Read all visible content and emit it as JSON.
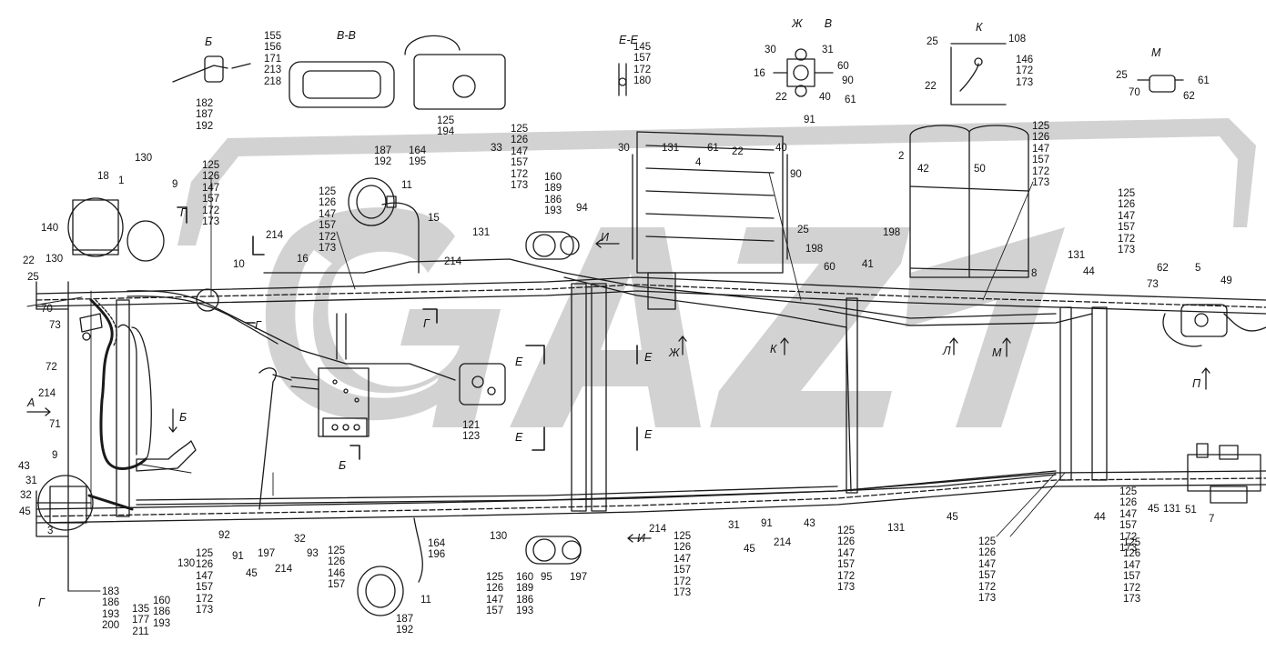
{
  "diagram": {
    "section_labels": {
      "b_title": "Б",
      "vv_title": "В-В",
      "ee_title": "Е-Е",
      "zh_v_title": "Ж       В",
      "k_title": "К",
      "m_title": "М",
      "a": "А",
      "b_arrow": "Б",
      "b_cut": "Б",
      "g_top": "Г",
      "g_mid": "Г",
      "g_mid2": "Г",
      "g_bottom": "Г",
      "e1": "Е",
      "e2": "Е",
      "e3": "Е",
      "e4": "Е",
      "zh": "Ж",
      "k": "К",
      "l": "Л",
      "m": "М",
      "p": "П",
      "i_top": "И",
      "i_bottom": "И"
    },
    "callouts": [
      {
        "id": "c1",
        "text": "155\n156\n171\n213\n218"
      },
      {
        "id": "c2",
        "text": "182\n187\n192"
      },
      {
        "id": "c3",
        "text": "125\n194"
      },
      {
        "id": "c4",
        "text": "145\n157\n172\n180"
      },
      {
        "id": "c5",
        "text": "30"
      },
      {
        "id": "c6",
        "text": "31"
      },
      {
        "id": "c7",
        "text": "60"
      },
      {
        "id": "c8",
        "text": "16"
      },
      {
        "id": "c9",
        "text": "90"
      },
      {
        "id": "c10",
        "text": "22"
      },
      {
        "id": "c11",
        "text": "40"
      },
      {
        "id": "c12",
        "text": "61"
      },
      {
        "id": "c13",
        "text": "91"
      },
      {
        "id": "c14",
        "text": "25"
      },
      {
        "id": "c15",
        "text": "108"
      },
      {
        "id": "c16",
        "text": "146\n172\n173"
      },
      {
        "id": "c17",
        "text": "22"
      },
      {
        "id": "c18",
        "text": "25"
      },
      {
        "id": "c19",
        "text": "61"
      },
      {
        "id": "c20",
        "text": "70"
      },
      {
        "id": "c21",
        "text": "62"
      },
      {
        "id": "c22",
        "text": "18"
      },
      {
        "id": "c23",
        "text": "1"
      },
      {
        "id": "c24",
        "text": "130"
      },
      {
        "id": "c25",
        "text": "9"
      },
      {
        "id": "c26",
        "text": "125\n126\n147\n157\n172\n173"
      },
      {
        "id": "c27",
        "text": "125\n126\n147\n157\n172\n173"
      },
      {
        "id": "c28",
        "text": "187\n192"
      },
      {
        "id": "c29",
        "text": "164\n195"
      },
      {
        "id": "c30",
        "text": "11"
      },
      {
        "id": "c31",
        "text": "15"
      },
      {
        "id": "c32",
        "text": "33"
      },
      {
        "id": "c33",
        "text": "125\n126\n147\n157\n172\n173"
      },
      {
        "id": "c34",
        "text": "160\n189\n186\n193"
      },
      {
        "id": "c35",
        "text": "94"
      },
      {
        "id": "c36",
        "text": "30"
      },
      {
        "id": "c37",
        "text": "131"
      },
      {
        "id": "c38",
        "text": "4"
      },
      {
        "id": "c39",
        "text": "61"
      },
      {
        "id": "c40",
        "text": "22"
      },
      {
        "id": "c41",
        "text": "40"
      },
      {
        "id": "c42",
        "text": "90"
      },
      {
        "id": "c43",
        "text": "2"
      },
      {
        "id": "c44",
        "text": "42"
      },
      {
        "id": "c45",
        "text": "50"
      },
      {
        "id": "c46",
        "text": "125\n126\n147\n157\n172\n173"
      },
      {
        "id": "c47",
        "text": "125\n126\n147\n157\n172\n173"
      },
      {
        "id": "c48",
        "text": "140"
      },
      {
        "id": "c49",
        "text": "22"
      },
      {
        "id": "c50",
        "text": "25"
      },
      {
        "id": "c51",
        "text": "130"
      },
      {
        "id": "c52",
        "text": "214"
      },
      {
        "id": "c53",
        "text": "10"
      },
      {
        "id": "c54",
        "text": "16"
      },
      {
        "id": "c55",
        "text": "214"
      },
      {
        "id": "c56",
        "text": "131"
      },
      {
        "id": "c57",
        "text": "25"
      },
      {
        "id": "c58",
        "text": "198"
      },
      {
        "id": "c59",
        "text": "60"
      },
      {
        "id": "c60",
        "text": "198"
      },
      {
        "id": "c61",
        "text": "41"
      },
      {
        "id": "c62",
        "text": "131"
      },
      {
        "id": "c63",
        "text": "44"
      },
      {
        "id": "c64",
        "text": "8"
      },
      {
        "id": "c65",
        "text": "62"
      },
      {
        "id": "c66",
        "text": "5"
      },
      {
        "id": "c67",
        "text": "49"
      },
      {
        "id": "c68",
        "text": "73"
      },
      {
        "id": "c69",
        "text": "70"
      },
      {
        "id": "c70",
        "text": "73"
      },
      {
        "id": "c71",
        "text": "72"
      },
      {
        "id": "c72",
        "text": "214"
      },
      {
        "id": "c73",
        "text": "71"
      },
      {
        "id": "c74",
        "text": "121\n123"
      },
      {
        "id": "c75",
        "text": "9"
      },
      {
        "id": "c76",
        "text": "43"
      },
      {
        "id": "c77",
        "text": "31"
      },
      {
        "id": "c78",
        "text": "32"
      },
      {
        "id": "c79",
        "text": "45"
      },
      {
        "id": "c80",
        "text": "3"
      },
      {
        "id": "c81",
        "text": "92"
      },
      {
        "id": "c82",
        "text": "91"
      },
      {
        "id": "c83",
        "text": "197"
      },
      {
        "id": "c84",
        "text": "32"
      },
      {
        "id": "c85",
        "text": "93"
      },
      {
        "id": "c86",
        "text": "125\n126\n147\n157\n172\n173"
      },
      {
        "id": "c87",
        "text": "45"
      },
      {
        "id": "c88",
        "text": "214"
      },
      {
        "id": "c89",
        "text": "125\n126\n146\n157"
      },
      {
        "id": "c90",
        "text": "164\n196"
      },
      {
        "id": "c91",
        "text": "11"
      },
      {
        "id": "c92",
        "text": "187\n192"
      },
      {
        "id": "c93",
        "text": "130"
      },
      {
        "id": "c94",
        "text": "183\n186\n193\n200"
      },
      {
        "id": "c95",
        "text": "135\n177\n211"
      },
      {
        "id": "c96",
        "text": "160\n186\n193"
      },
      {
        "id": "c97",
        "text": "130"
      },
      {
        "id": "c98",
        "text": "125\n126\n147\n157"
      },
      {
        "id": "c99",
        "text": "160\n189\n186\n193"
      },
      {
        "id": "c100",
        "text": "95"
      },
      {
        "id": "c101",
        "text": "197"
      },
      {
        "id": "c102",
        "text": "214"
      },
      {
        "id": "c103",
        "text": "125\n126\n147\n157\n172\n173"
      },
      {
        "id": "c104",
        "text": "31"
      },
      {
        "id": "c105",
        "text": "45"
      },
      {
        "id": "c106",
        "text": "91"
      },
      {
        "id": "c107",
        "text": "214"
      },
      {
        "id": "c108",
        "text": "43"
      },
      {
        "id": "c109",
        "text": "125\n126\n147\n157\n172\n173"
      },
      {
        "id": "c110",
        "text": "131"
      },
      {
        "id": "c111",
        "text": "45"
      },
      {
        "id": "c112",
        "text": "125\n126\n147\n157\n172\n173"
      },
      {
        "id": "c113",
        "text": "44"
      },
      {
        "id": "c114",
        "text": "125\n126\n147\n157\n172\n173"
      },
      {
        "id": "c115",
        "text": "45"
      },
      {
        "id": "c116",
        "text": "131"
      },
      {
        "id": "c117",
        "text": "51"
      },
      {
        "id": "c118",
        "text": "7"
      },
      {
        "id": "c119",
        "text": "125\n126\n147\n157\n172\n173"
      }
    ],
    "colors": {
      "line": "#1a1a1a",
      "watermark": "#d2d2d2",
      "background": "#ffffff"
    }
  }
}
